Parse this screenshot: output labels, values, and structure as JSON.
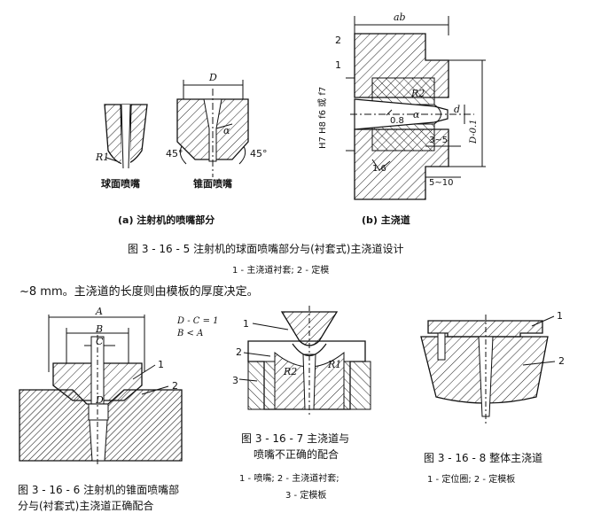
{
  "fig5": {
    "label_a": "(a) 注射机的喷嘴部分",
    "label_b": "(b) 主浇道",
    "sphere_nozzle": "球面喷嘴",
    "cone_nozzle": "锥面喷嘴",
    "R1": "R1",
    "D": "D",
    "alpha": "α",
    "deg45_left": "45°",
    "deg45_right": "45°",
    "ab": "ab",
    "n2": "2",
    "n1": "1",
    "R2": "R2",
    "fit": "H7 H8 f6 或 f7",
    "alpha_b": "α",
    "rough08": "0.8",
    "d": "d",
    "Dtol": "D-0.1",
    "dim35": "3~5",
    "rough16": "1.6",
    "dim510": "5~10",
    "caption": "图 3 - 16 - 5    注射机的球面喷嘴部分与(衬套式)主浇道设计",
    "legend": "1 - 主浇道衬套;  2 - 定模"
  },
  "body_text": "~8 mm。主浇道的长度则由模板的厚度决定。",
  "fig6": {
    "A": "A",
    "B": "B",
    "C": "C",
    "d": "D",
    "note1": "D - C = 1",
    "note2": "B < A",
    "n1": "1",
    "n2": "2",
    "caption_line1": "图 3 - 16 - 6    注射机的锥面喷嘴部",
    "caption_line2": "分与(衬套式)主浇道正确配合"
  },
  "fig7": {
    "n1": "1",
    "n2": "2",
    "n3": "3",
    "R1": "R1",
    "R2": "R2",
    "caption_line1": "图 3 - 16 - 7    主浇道与",
    "caption_line2": "喷嘴不正确的配合",
    "legend_line1": "1 - 喷嘴;  2 - 主浇道衬套;",
    "legend_line2": "3 - 定模板"
  },
  "fig8": {
    "n1": "1",
    "n2": "2",
    "caption": "图 3 - 16 - 8    整体主浇道",
    "legend": "1 - 定位圈;  2 - 定模板"
  }
}
